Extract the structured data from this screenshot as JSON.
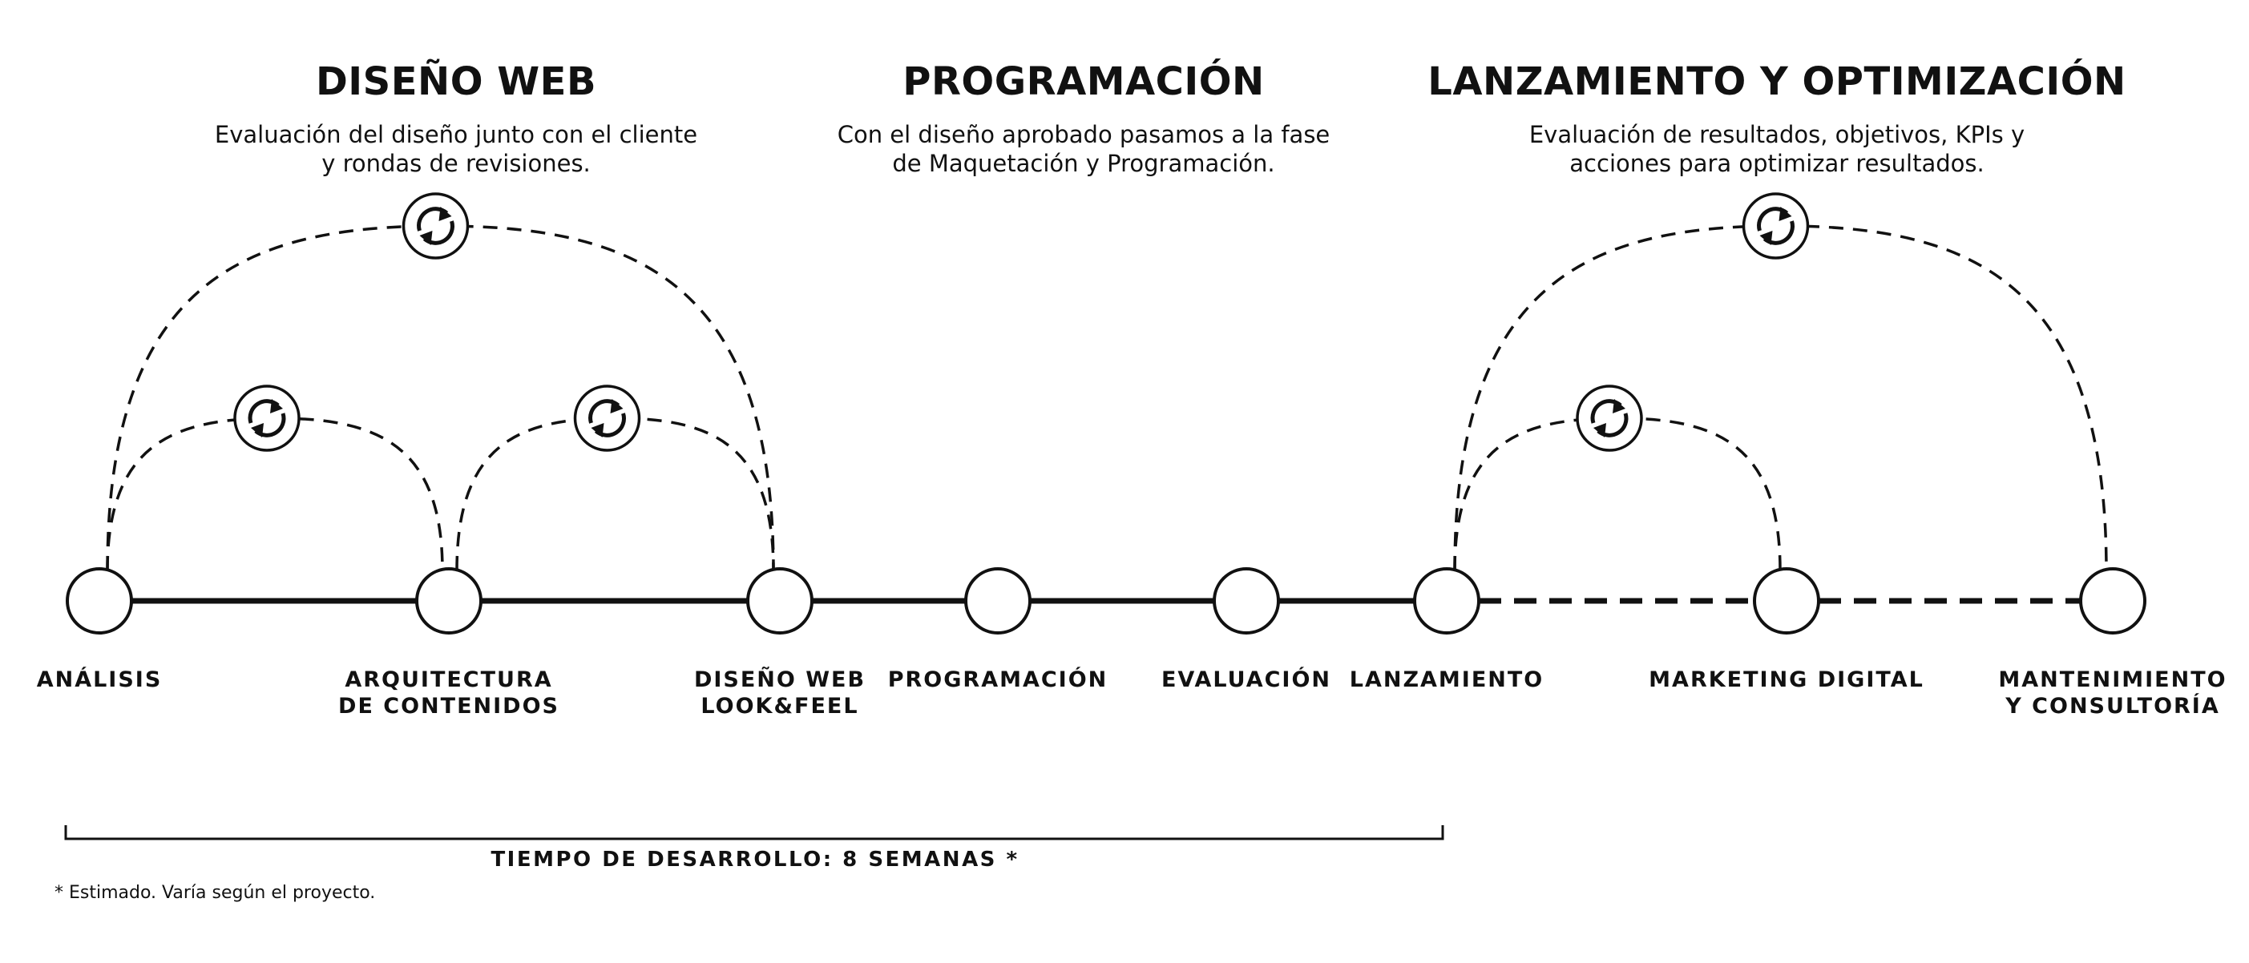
{
  "phases": [
    {
      "title": "DISEÑO WEB",
      "description": "Evaluación del diseño junto con el cliente\ny rondas de revisiones."
    },
    {
      "title": "PROGRAMACIÓN",
      "description": "Con el diseño aprobado pasamos a la fase\nde Maquetación y Programación."
    },
    {
      "title": "LANZAMIENTO Y OPTIMIZACIÓN",
      "description": "Evaluación de resultados, objetivos, KPIs y\nacciones para optimizar resultados."
    }
  ],
  "steps": [
    {
      "label": "ANÁLISIS"
    },
    {
      "label": "ARQUITECTURA\nDE CONTENIDOS"
    },
    {
      "label": "DISEÑO WEB\nLOOK&FEEL"
    },
    {
      "label": "PROGRAMACIÓN"
    },
    {
      "label": "EVALUACIÓN"
    },
    {
      "label": "LANZAMIENTO"
    },
    {
      "label": "MARKETING DIGITAL"
    },
    {
      "label": "MANTENIMIENTO\nY CONSULTORÍA"
    }
  ],
  "connections": [
    {
      "from": 0,
      "to": 1,
      "style": "solid"
    },
    {
      "from": 1,
      "to": 2,
      "style": "solid"
    },
    {
      "from": 2,
      "to": 3,
      "style": "solid"
    },
    {
      "from": 3,
      "to": 4,
      "style": "solid"
    },
    {
      "from": 4,
      "to": 5,
      "style": "solid"
    },
    {
      "from": 5,
      "to": 6,
      "style": "dashed"
    },
    {
      "from": 6,
      "to": 7,
      "style": "dashed"
    }
  ],
  "iteration_loops": [
    {
      "from": 0,
      "to": 1,
      "icon": "refresh-icon"
    },
    {
      "from": 1,
      "to": 2,
      "icon": "refresh-icon"
    },
    {
      "from": 0,
      "to": 2,
      "icon": "refresh-icon"
    },
    {
      "from": 5,
      "to": 6,
      "icon": "refresh-icon"
    },
    {
      "from": 5,
      "to": 7,
      "icon": "refresh-icon"
    }
  ],
  "timeline": {
    "bracket_from": 0,
    "bracket_to": 5,
    "label": "TIEMPO DE DESARROLLO: 8 SEMANAS *"
  },
  "footnote": "* Estimado. Varía según el proyecto.",
  "colors": {
    "line": "#111111",
    "background": "#ffffff"
  }
}
